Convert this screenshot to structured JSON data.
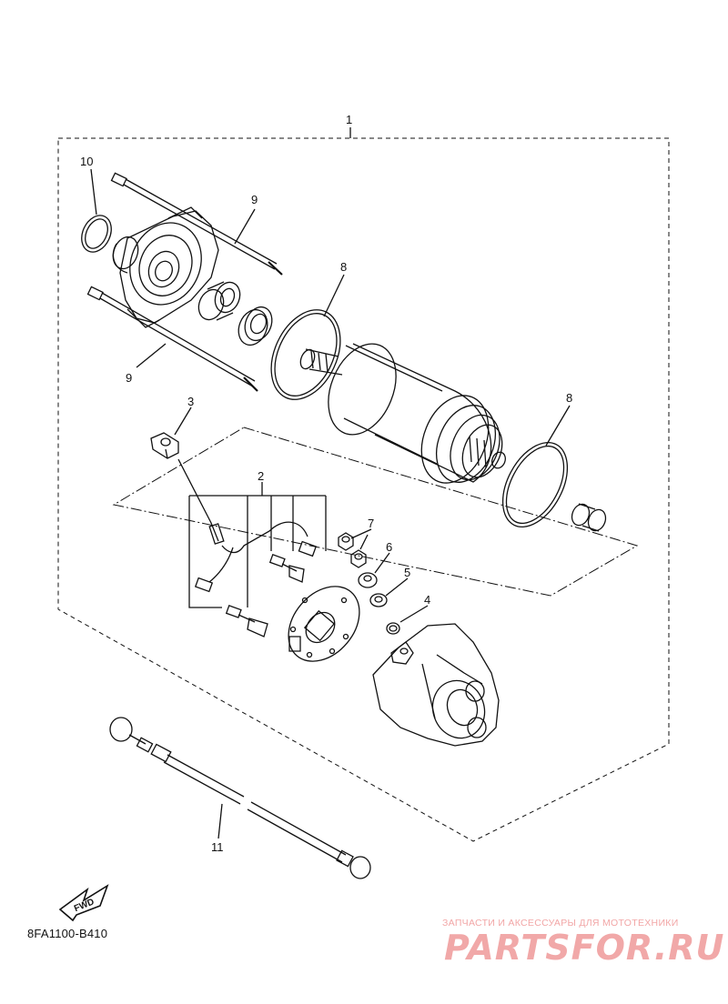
{
  "diagram": {
    "callouts": [
      {
        "id": "1",
        "label": "1"
      },
      {
        "id": "2",
        "label": "2"
      },
      {
        "id": "3",
        "label": "3"
      },
      {
        "id": "4",
        "label": "4"
      },
      {
        "id": "5",
        "label": "5"
      },
      {
        "id": "6",
        "label": "6"
      },
      {
        "id": "7",
        "label": "7"
      },
      {
        "id": "8a",
        "label": "8"
      },
      {
        "id": "8b",
        "label": "8"
      },
      {
        "id": "9a",
        "label": "9"
      },
      {
        "id": "9b",
        "label": "9"
      },
      {
        "id": "10",
        "label": "10"
      },
      {
        "id": "11",
        "label": "11"
      }
    ],
    "fwd_label": "FWD",
    "drawing_code": "8FA1100-B410"
  },
  "watermark": {
    "subtitle": "ЗАПЧАСТИ И АКСЕССУАРЫ ДЛЯ МОТОТЕХНИКИ",
    "brand": "PARTSFOR.RU",
    "color": "#ef9a9a"
  }
}
